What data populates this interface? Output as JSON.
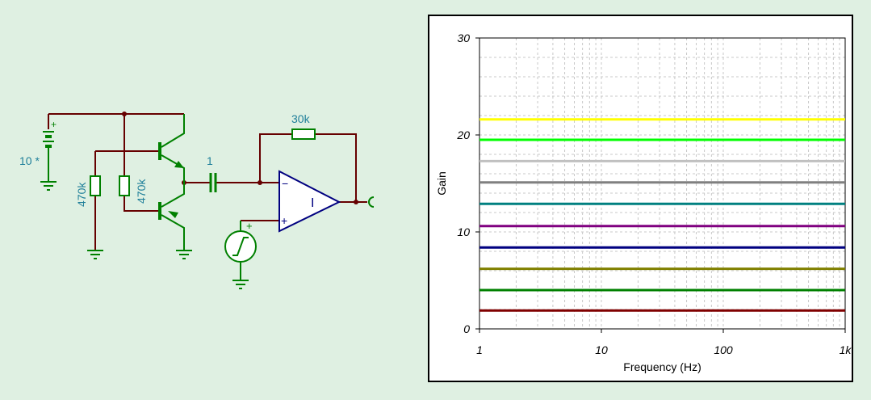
{
  "schematic": {
    "battery_label": "10 *",
    "r1_label": "470k",
    "r2_label": "470k",
    "r3_label": "30k",
    "cap_label": "1",
    "opamp_label": "I",
    "minus_sign": "−",
    "plus_sign": "+",
    "source_plus": "+",
    "battery_plus": "+",
    "colors": {
      "wire": "#660000",
      "transistor": "#008000",
      "component": "#008000",
      "opamp": "#000080",
      "label": "#1f7f9a"
    }
  },
  "chart_data": {
    "type": "line",
    "title": "",
    "xlabel": "Frequency (Hz)",
    "ylabel": "Gain",
    "xscale": "log",
    "xlim": [
      1,
      1000
    ],
    "ylim": [
      0,
      30
    ],
    "xticks": [
      1,
      10,
      100,
      1000
    ],
    "xtick_labels": [
      "1",
      "10",
      "100",
      "1k"
    ],
    "yticks": [
      0,
      10,
      20,
      30
    ],
    "ytick_labels": [
      "0",
      "10",
      "20",
      "30"
    ],
    "grid": true,
    "series": [
      {
        "color": "#800000",
        "x": [
          1,
          1000
        ],
        "y": [
          1.9,
          1.9
        ]
      },
      {
        "color": "#008000",
        "x": [
          1,
          1000
        ],
        "y": [
          4.0,
          4.0
        ]
      },
      {
        "color": "#808000",
        "x": [
          1,
          1000
        ],
        "y": [
          6.2,
          6.2
        ]
      },
      {
        "color": "#000080",
        "x": [
          1,
          1000
        ],
        "y": [
          8.4,
          8.4
        ]
      },
      {
        "color": "#800080",
        "x": [
          1,
          1000
        ],
        "y": [
          10.6,
          10.6
        ]
      },
      {
        "color": "#008080",
        "x": [
          1,
          1000
        ],
        "y": [
          12.9,
          12.9
        ]
      },
      {
        "color": "#808080",
        "x": [
          1,
          1000
        ],
        "y": [
          15.1,
          15.1
        ]
      },
      {
        "color": "#c0c0c0",
        "x": [
          1,
          1000
        ],
        "y": [
          17.3,
          17.3
        ]
      },
      {
        "color": "#00ff00",
        "x": [
          1,
          1000
        ],
        "y": [
          19.5,
          19.5
        ]
      },
      {
        "color": "#ffff00",
        "x": [
          1,
          1000
        ],
        "y": [
          21.6,
          21.6
        ]
      }
    ]
  }
}
